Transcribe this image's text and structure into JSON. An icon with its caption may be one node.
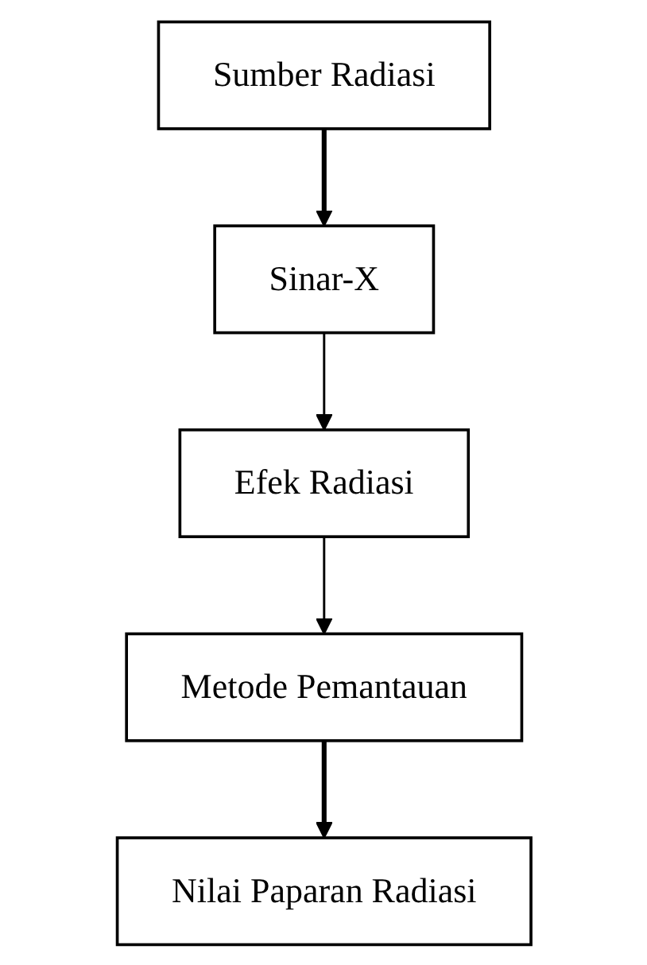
{
  "diagram": {
    "nodes": [
      {
        "text": [
          "Sumber Radiasi"
        ]
      },
      {
        "text": [
          "Sinar-X"
        ]
      },
      {
        "text": [
          "Efek Radiasi"
        ]
      },
      {
        "text": [
          "Metode Pemantauan"
        ]
      },
      {
        "text": [
          "Nilai Paparan Radiasi"
        ]
      }
    ],
    "edges": [
      {
        "from": 0,
        "to": 1,
        "arrow": "to",
        "style": "thick"
      },
      {
        "from": 1,
        "to": 2,
        "arrow": "to"
      },
      {
        "from": 2,
        "to": 3,
        "arrow": "to"
      },
      {
        "from": 3,
        "to": 4,
        "arrow": "to",
        "style": "thick"
      }
    ]
  }
}
